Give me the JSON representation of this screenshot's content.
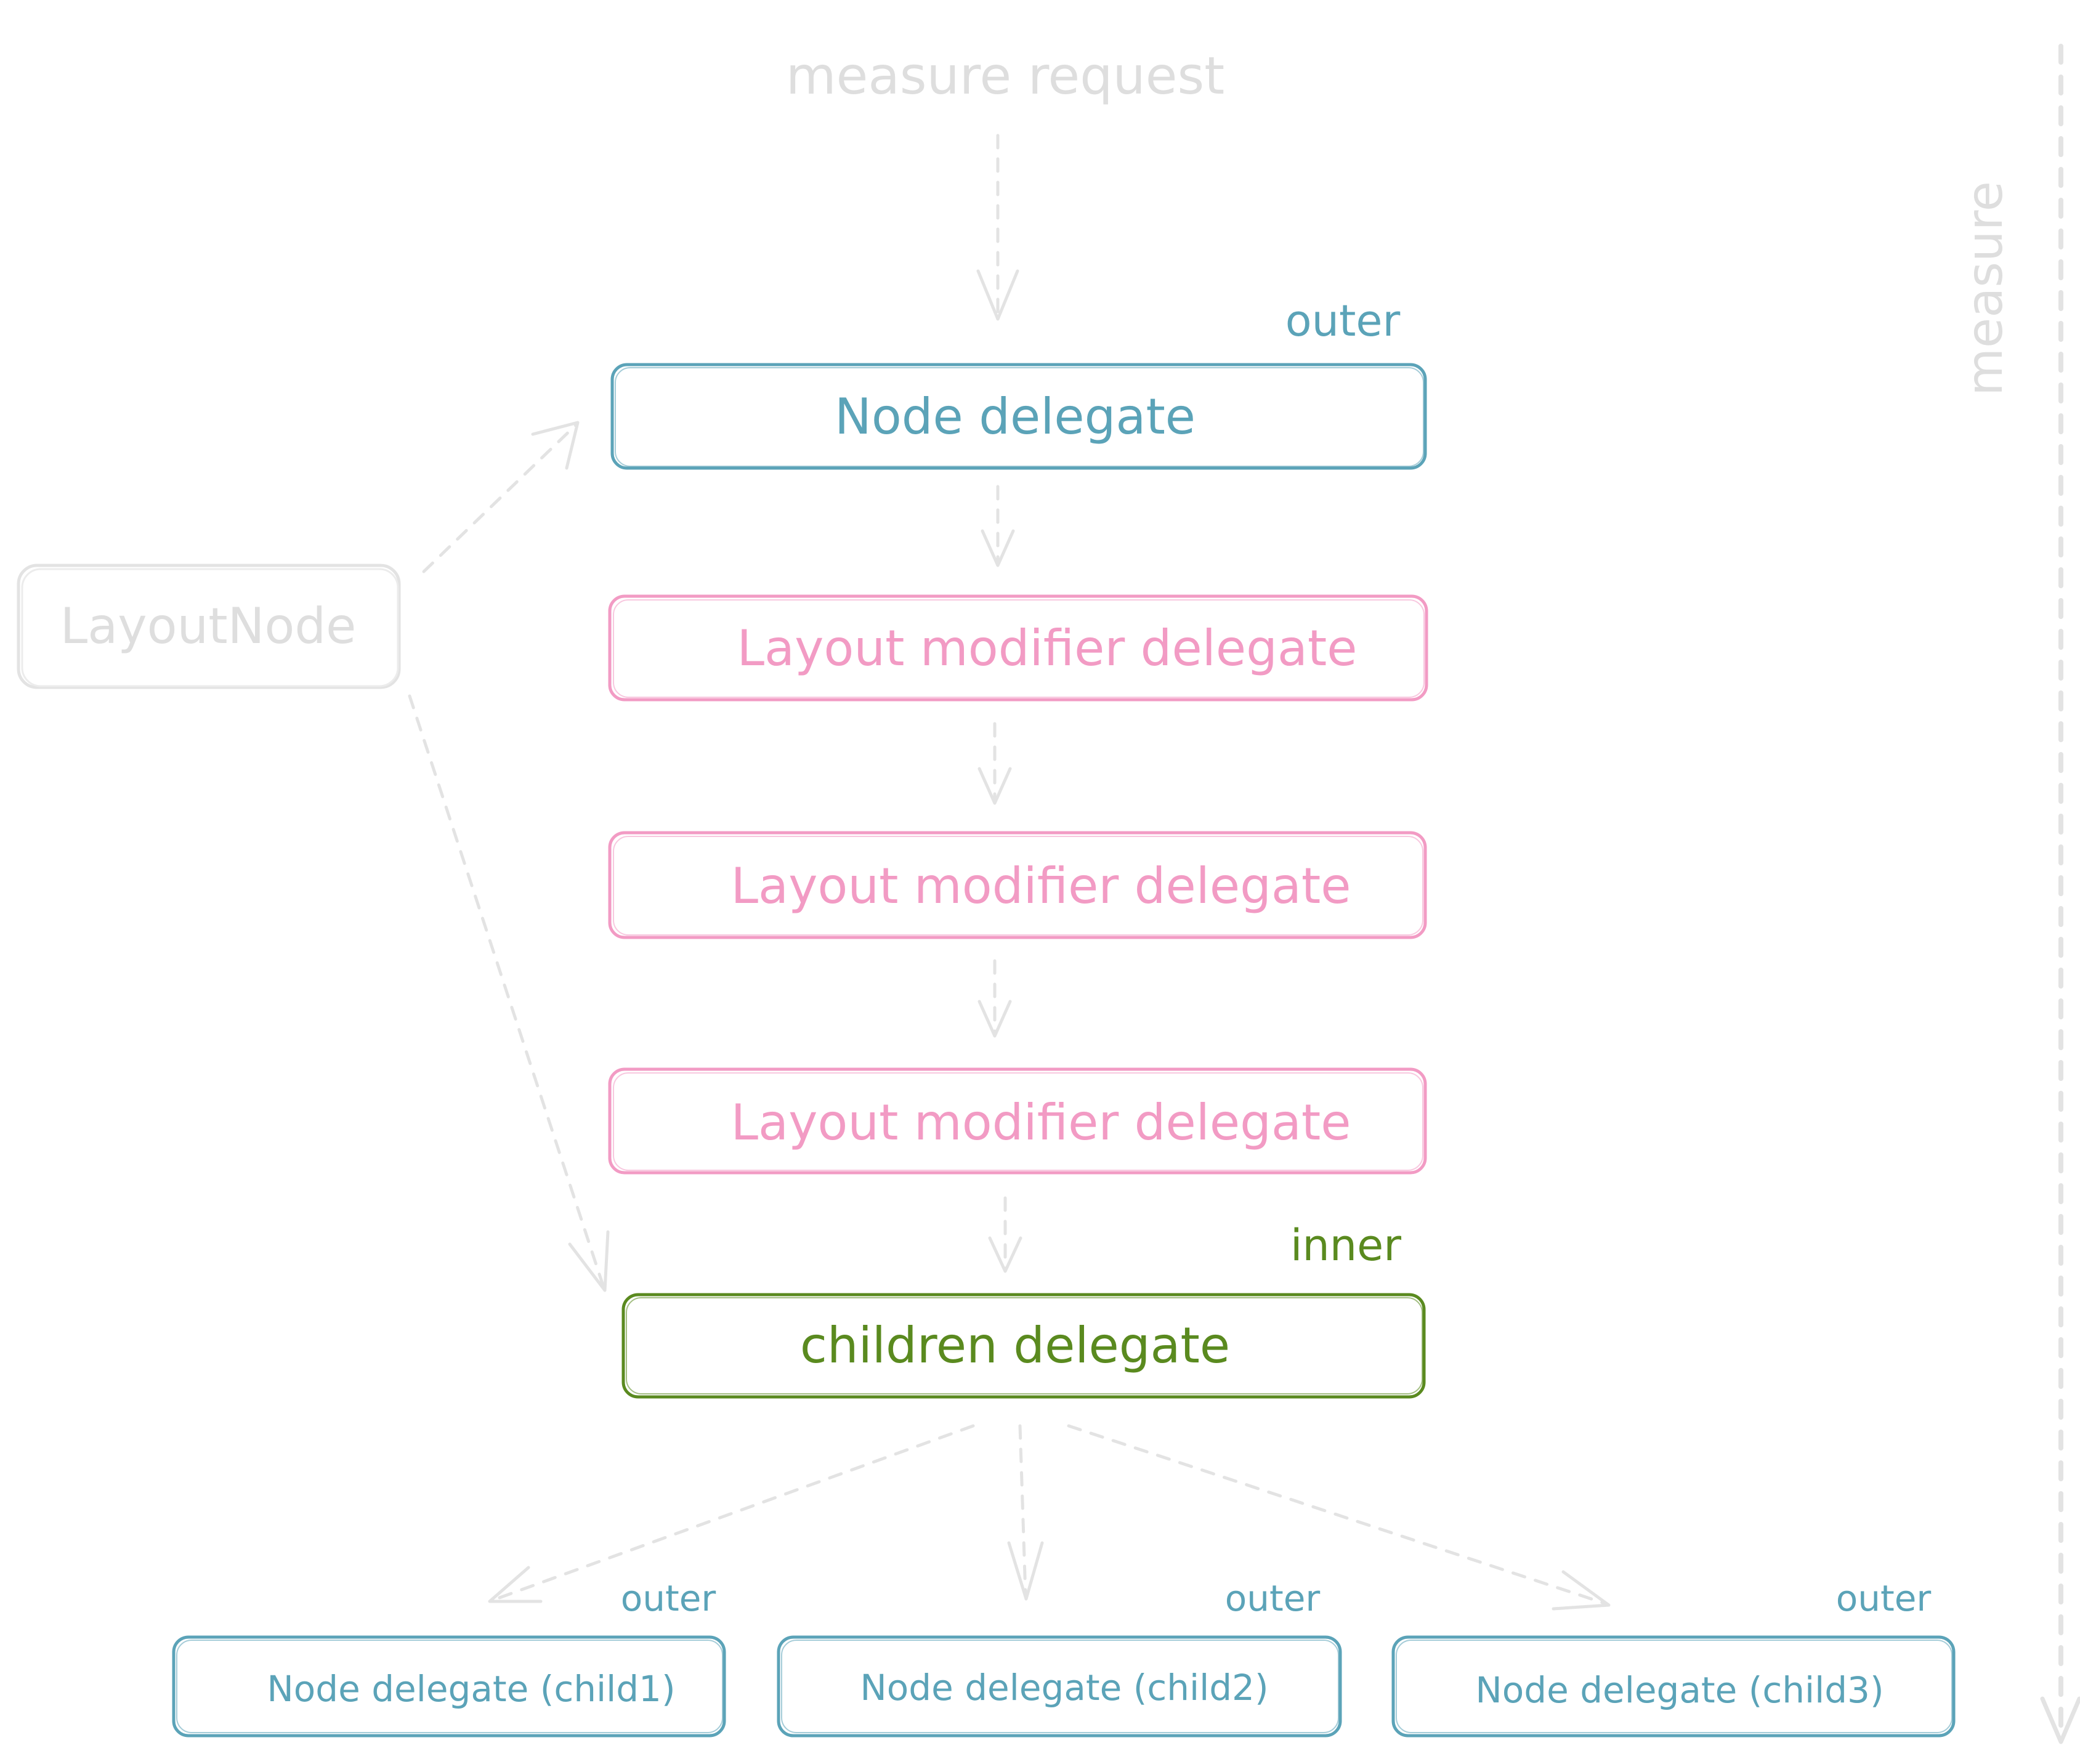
{
  "colors": {
    "teal": "#5ba3b8",
    "pink": "#f29bc4",
    "green": "#5a8a1f",
    "faded": "#e3e3e3",
    "faded_text": "#dedede"
  },
  "labels": {
    "measure_request": "measure request",
    "measure_axis": "measure",
    "layout_node": "LayoutNode"
  },
  "chain": {
    "node_delegate": {
      "tag": "outer",
      "label": "Node delegate"
    },
    "modifiers": [
      {
        "label": "Layout modifier delegate"
      },
      {
        "label": "Layout modifier delegate"
      },
      {
        "label": "Layout modifier delegate"
      }
    ],
    "children_delegate": {
      "tag": "inner",
      "label": "children delegate"
    }
  },
  "children": [
    {
      "tag": "outer",
      "label": "Node delegate (child1)"
    },
    {
      "tag": "outer",
      "label": "Node delegate (child2)"
    },
    {
      "tag": "outer",
      "label": "Node delegate (child3)"
    }
  ]
}
